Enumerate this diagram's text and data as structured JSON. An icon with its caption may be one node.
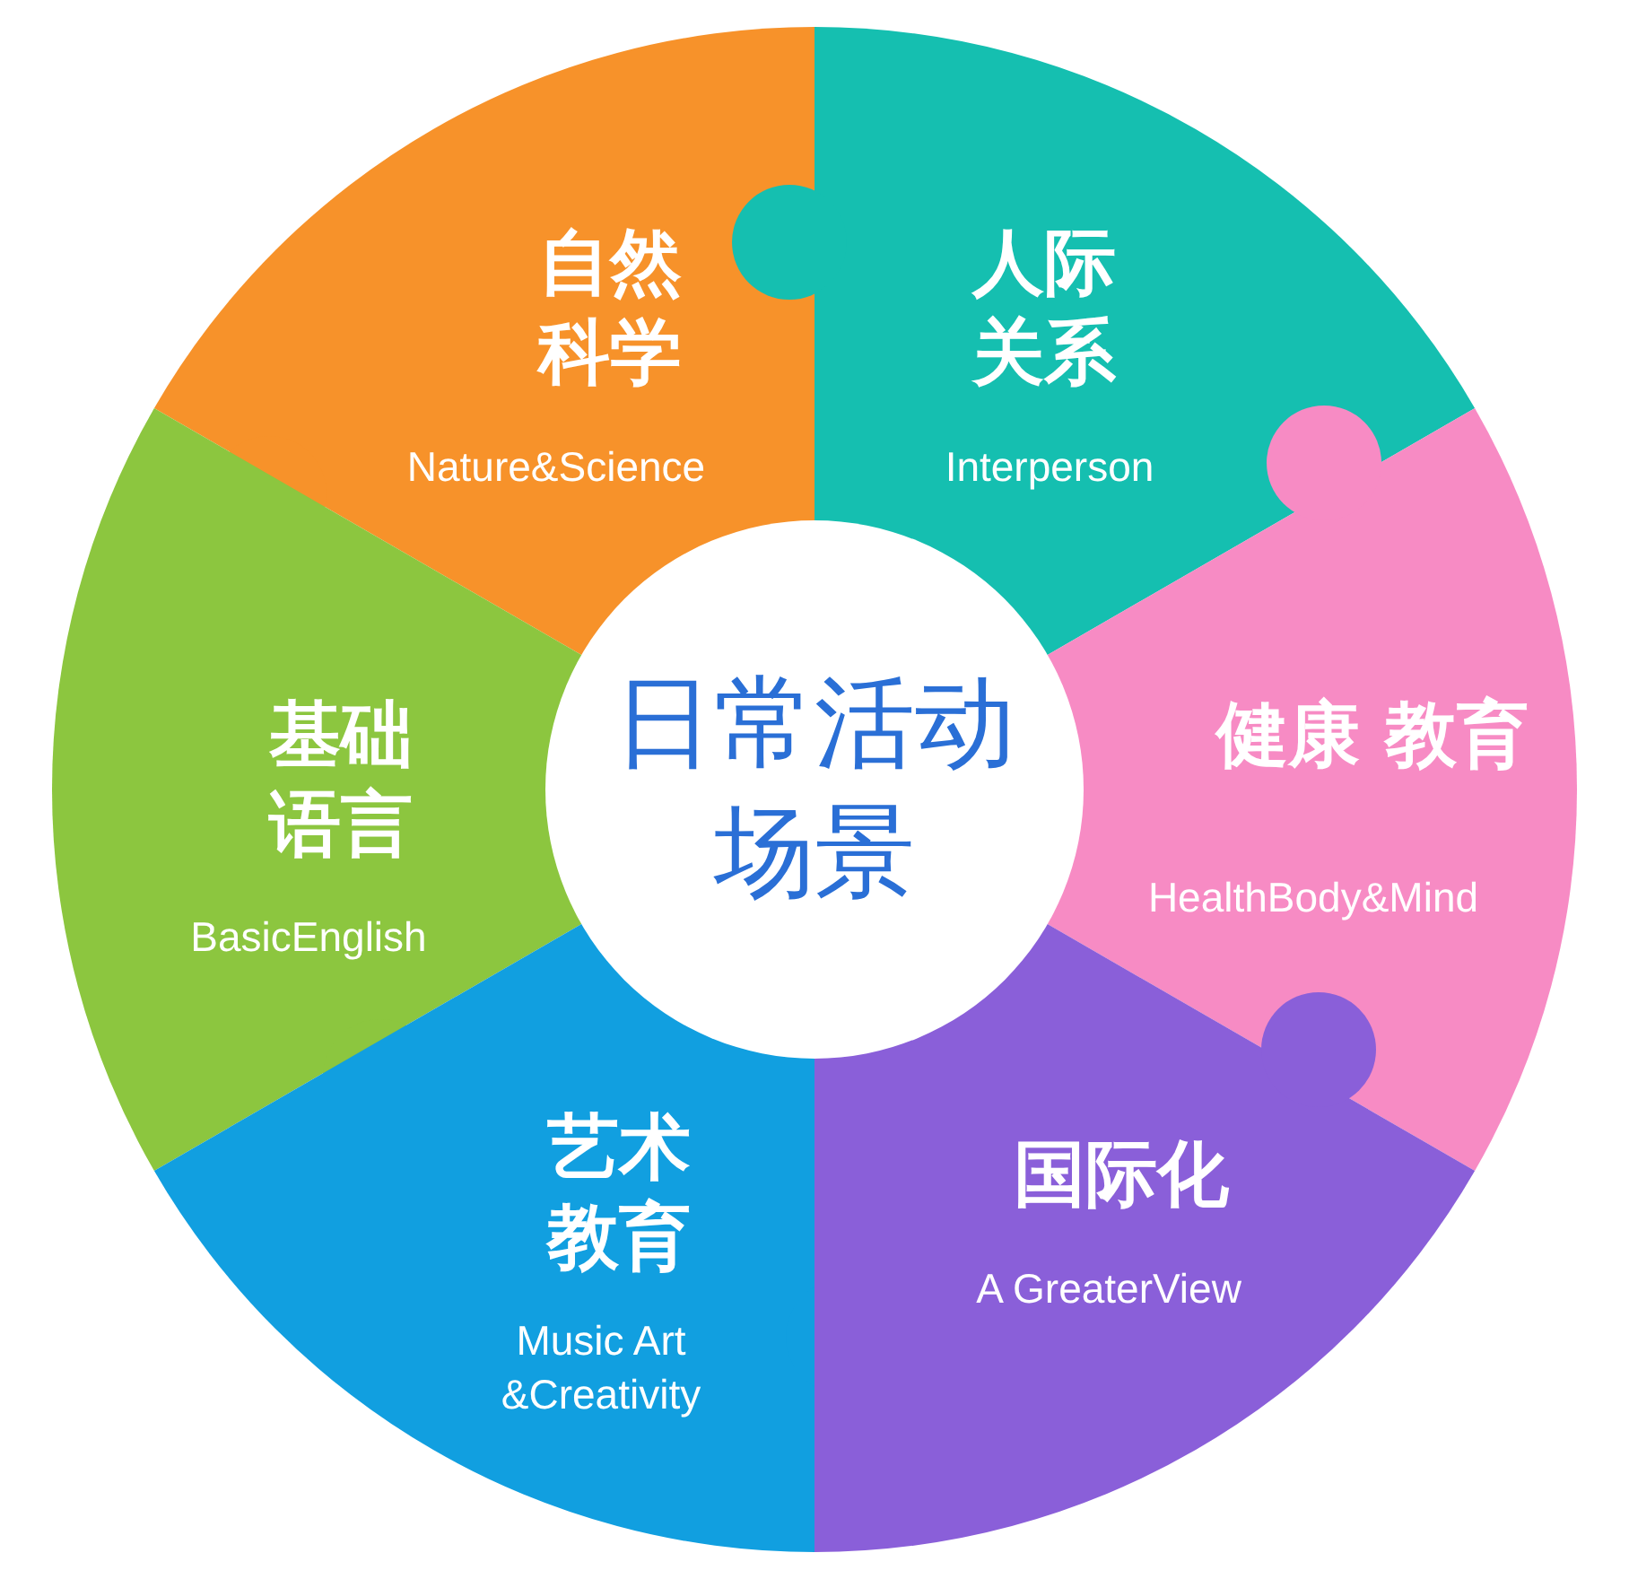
{
  "diagram": {
    "nodes": [
      {
        "text": [
          "自然科学",
          "Nature&Science"
        ]
      },
      {
        "text": [
          "人际关系",
          "Interperson"
        ]
      },
      {
        "text": [
          "基础语言",
          "BasicEnglish"
        ]
      },
      {
        "text": [
          "日常活动场景"
        ]
      },
      {
        "text": [
          "健康 教育",
          "HealthBody&Mind"
        ]
      },
      {
        "text": [
          "艺术教育",
          "Music Art &Creativity"
        ]
      },
      {
        "text": [
          "国际化",
          "A GreaterView"
        ]
      }
    ]
  }
}
